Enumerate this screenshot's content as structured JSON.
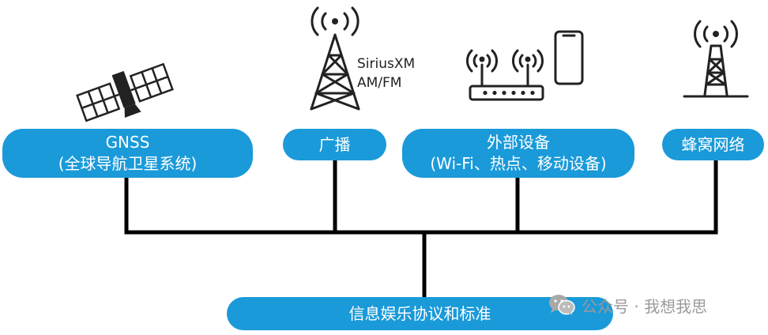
{
  "nodes": {
    "gnss": {
      "line1": "GNSS",
      "line2": "(全球导航卫星系统)"
    },
    "broadcast": {
      "label": "广播"
    },
    "external": {
      "line1": "外部设备",
      "line2": "(Wi-Fi、热点、移动设备)"
    },
    "cellular": {
      "label": "蜂窝网络"
    },
    "infotainment": {
      "label": "信息娱乐协议和标准"
    }
  },
  "broadcast_tower": {
    "line1": "SiriusXM",
    "line2": "AM/FM"
  },
  "watermark": {
    "text": "公众号 · 我想我思",
    "icon": "wechat-icon"
  },
  "colors": {
    "pill": "#1a9ad9",
    "line": "#000000",
    "text": "#ffffff",
    "icon": "#222222"
  }
}
